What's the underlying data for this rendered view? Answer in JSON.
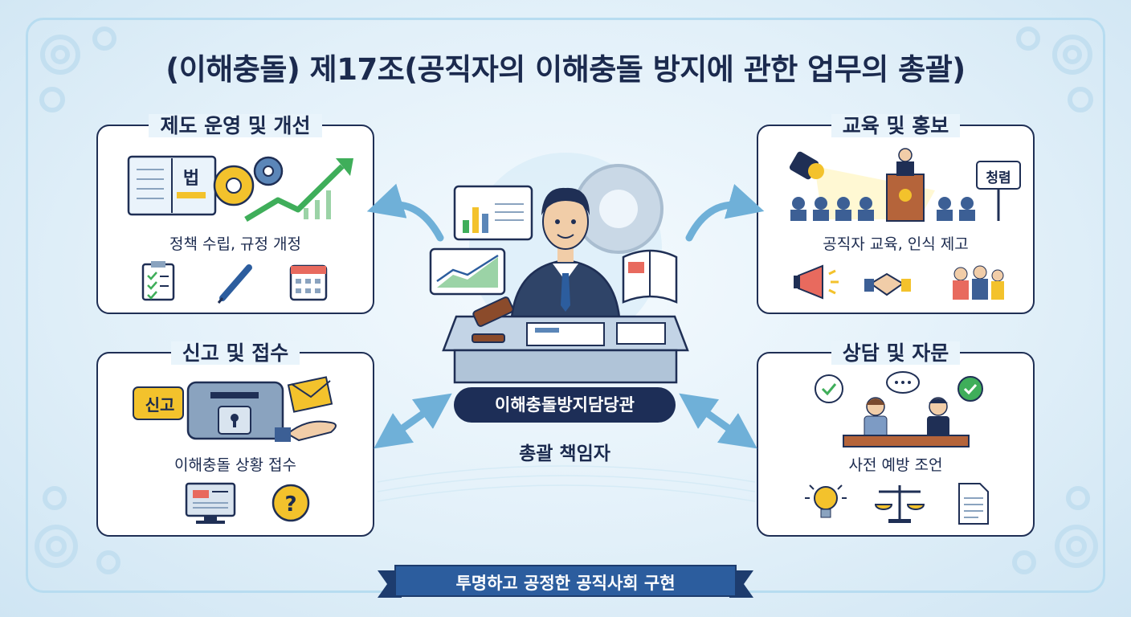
{
  "title": "(이해충돌) 제17조(공직자의 이해충돌 방지에 관한 업무의 총괄)",
  "center": {
    "badge": "이해충돌방지담당관",
    "subtitle": "총괄 책임자"
  },
  "panels": {
    "top_left": {
      "title": "제도 운영 및 개선",
      "text": "정책 수립, 규정 개정",
      "book_label": "법",
      "icons": [
        "book-icon",
        "gear-icon",
        "growth-arrow-icon",
        "checklist-icon",
        "pen-icon",
        "calendar-icon"
      ]
    },
    "top_right": {
      "title": "교육 및 홍보",
      "text": "공직자 교육, 인식 제고",
      "sign_label": "청렴",
      "icons": [
        "spotlight-icon",
        "podium-icon",
        "audience-icon",
        "megaphone-icon",
        "handshake-icon",
        "people-icon"
      ]
    },
    "bottom_left": {
      "title": "신고 및 접수",
      "text": "이해충돌 상황 접수",
      "sign_label": "신고",
      "icons": [
        "mailbox-icon",
        "envelope-icon",
        "hand-icon",
        "computer-icon",
        "question-icon"
      ]
    },
    "bottom_right": {
      "title": "상담 및 자문",
      "text": "사전 예방 조언",
      "icons": [
        "check-bubble-icon",
        "chat-bubble-icon",
        "consultants-icon",
        "lightbulb-icon",
        "scale-icon",
        "document-icon"
      ]
    }
  },
  "footer": {
    "ribbon": "투명하고 공정한 공직사회 구현"
  },
  "colors": {
    "navy": "#1d2e57",
    "panel_border": "#1f2f55",
    "accent_yellow": "#f3c22c",
    "accent_green": "#3fae5a",
    "arrow_blue": "#6fb0d8",
    "ribbon_blue": "#2c5d9e"
  }
}
